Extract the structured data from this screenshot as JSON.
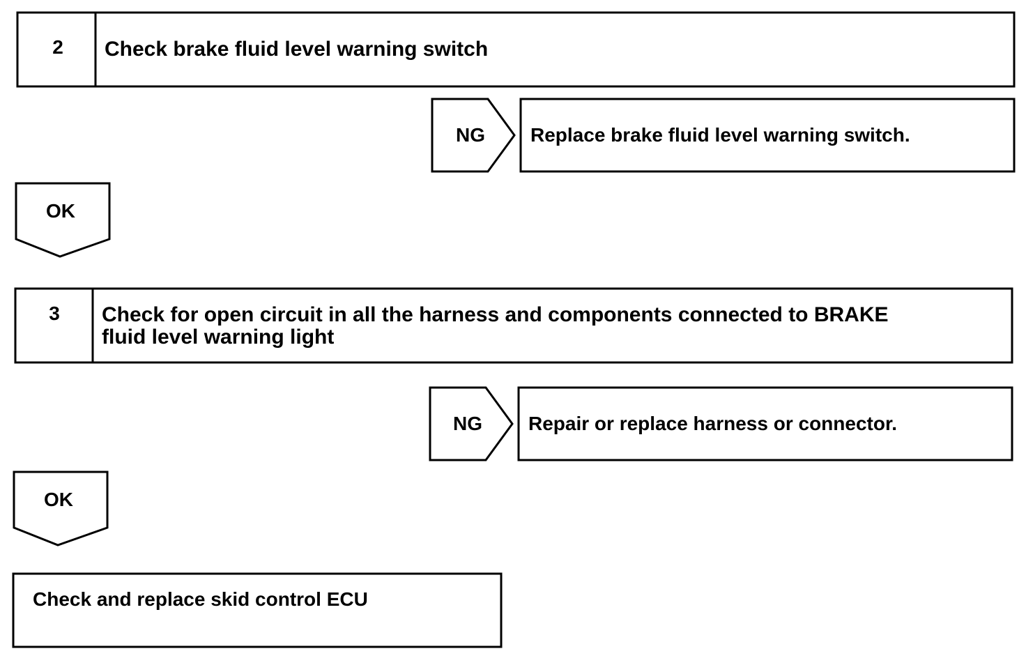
{
  "steps": [
    {
      "number": "2",
      "title_line1": "Check brake fluid level warning switch",
      "title_line2": "",
      "ng_label": "NG",
      "ng_action": "Replace brake fluid level warning switch.",
      "ok_label": "OK"
    },
    {
      "number": "3",
      "title_line1": "Check for open circuit in all the harness and components connected to BRAKE",
      "title_line2": "fluid level warning light",
      "ng_label": "NG",
      "ng_action": "Repair or replace harness or connector.",
      "ok_label": "OK"
    }
  ],
  "final": {
    "text": "Check and replace skid control ECU"
  },
  "colors": {
    "line": "#000000",
    "background": "#ffffff"
  }
}
